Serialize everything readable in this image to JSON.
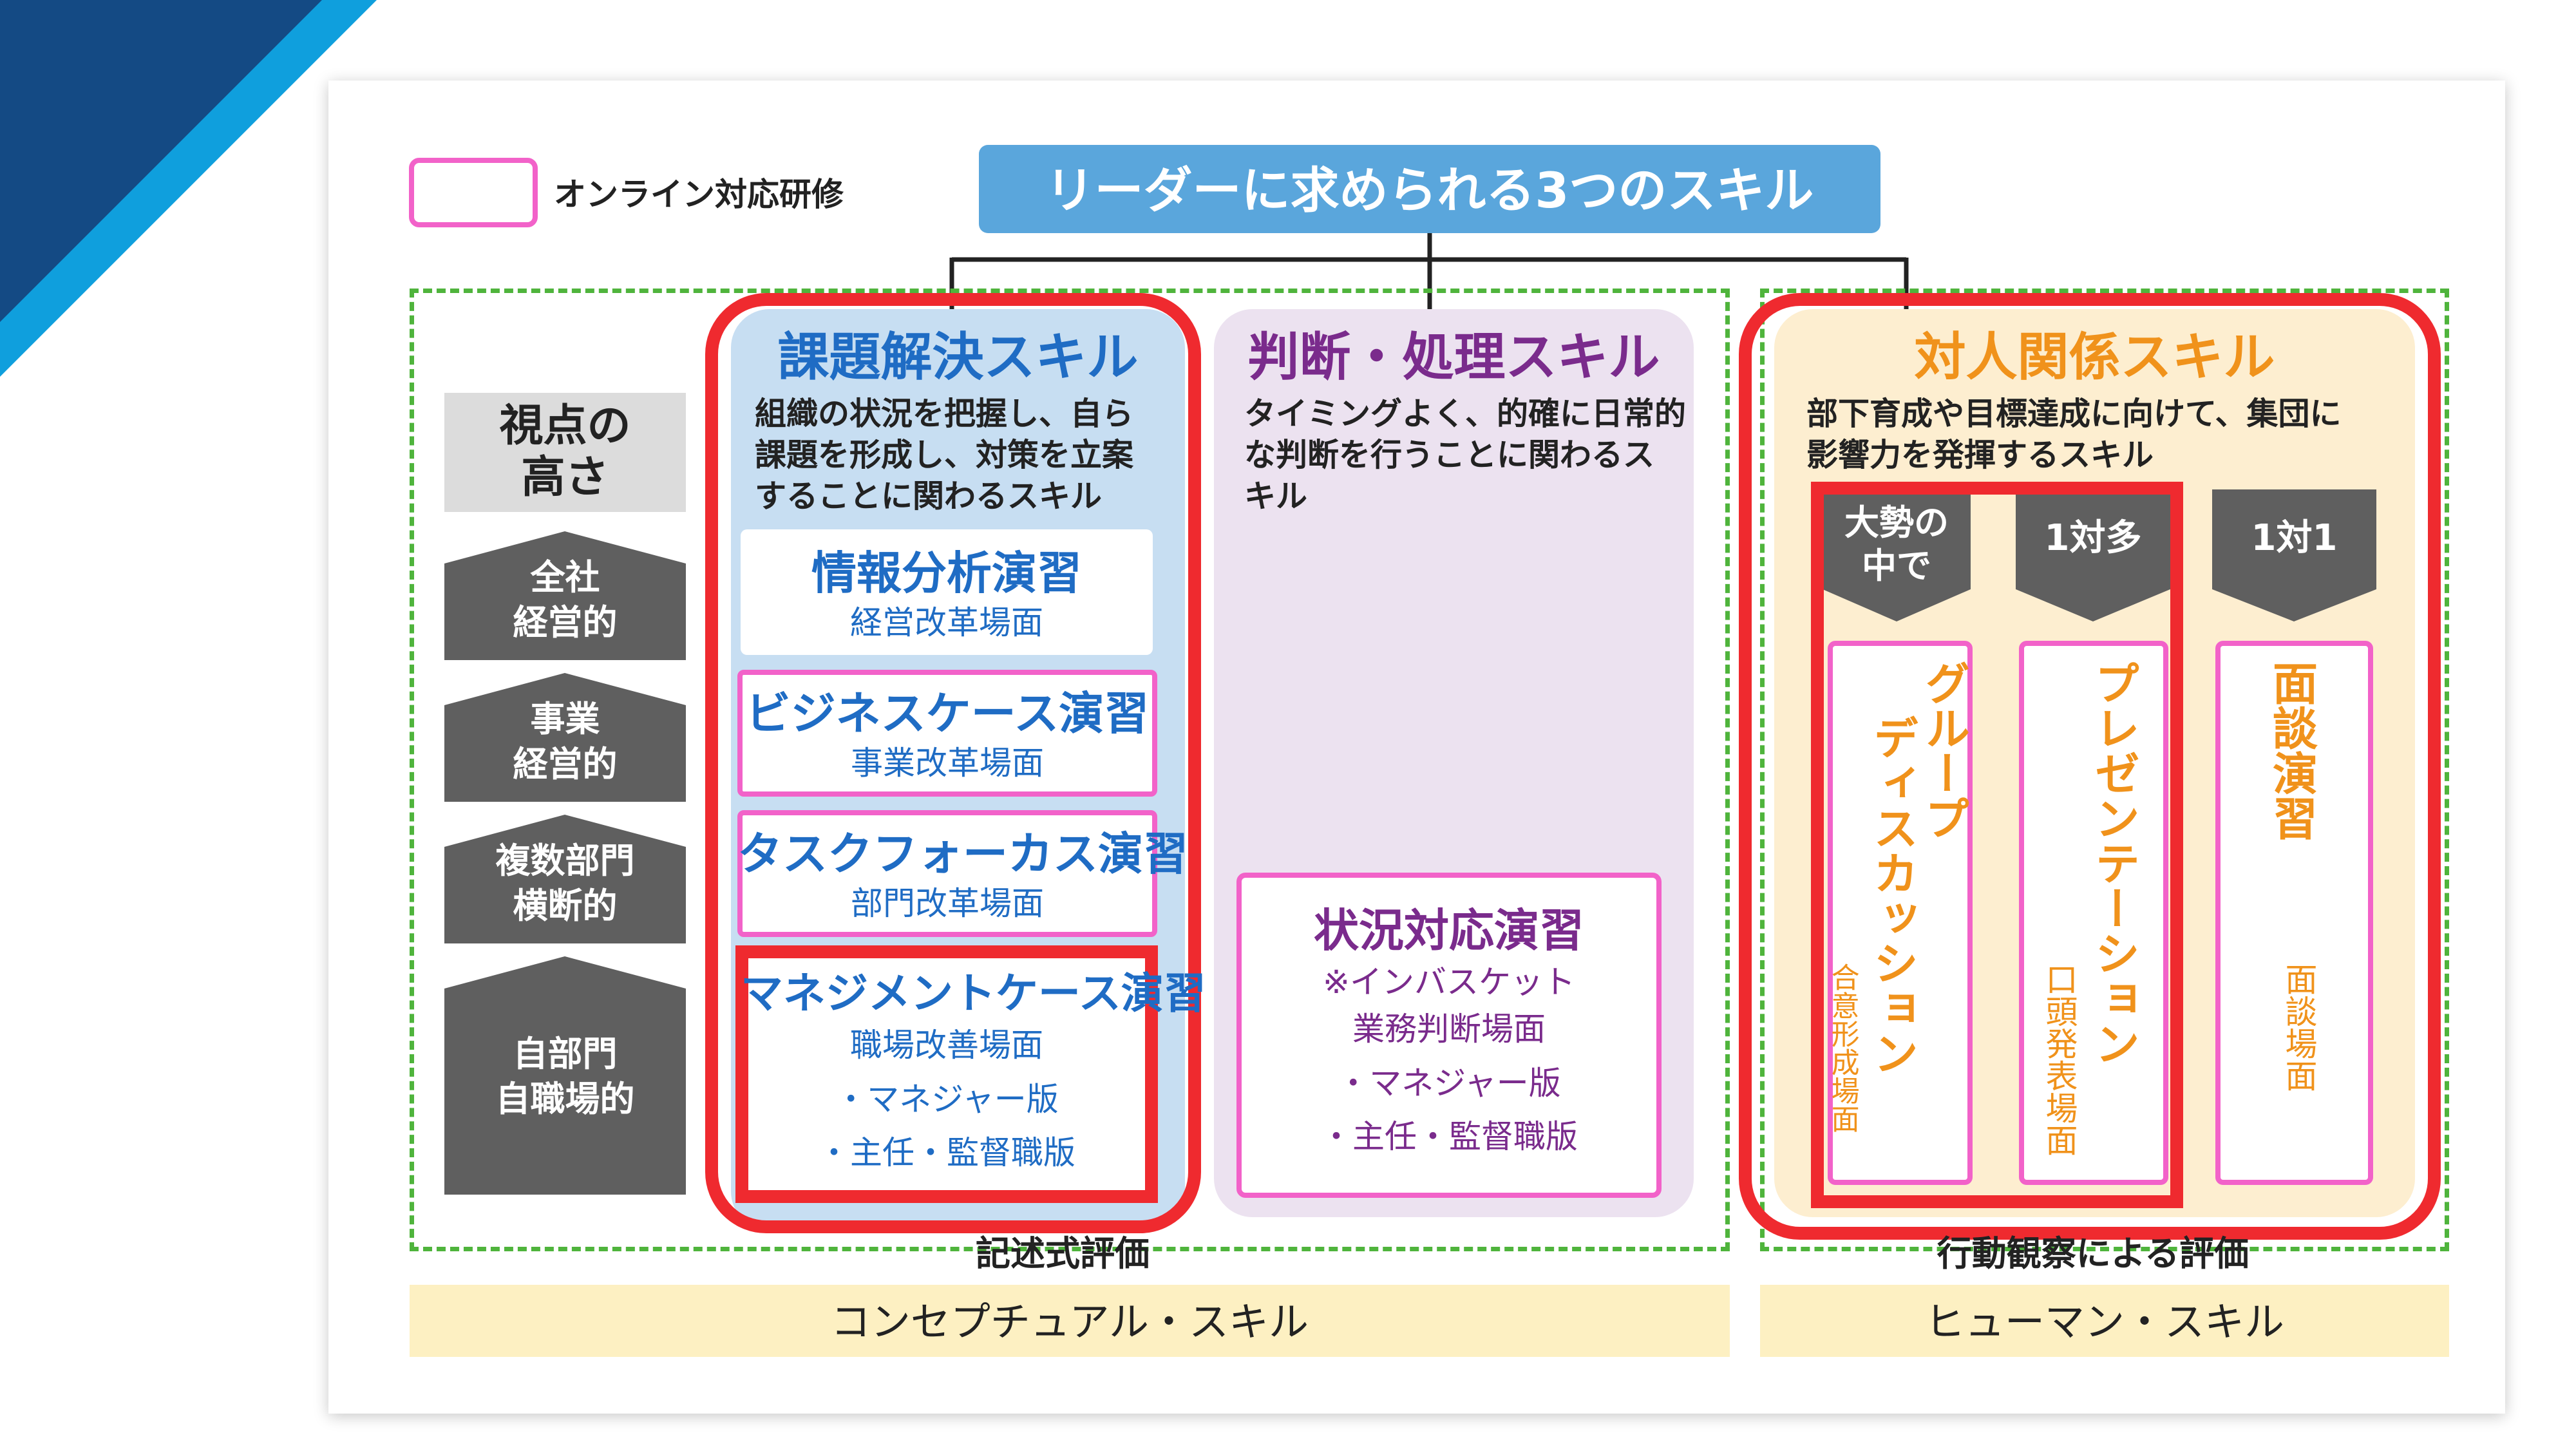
{
  "legend": {
    "label": "オンライン対応研修"
  },
  "main_title": "リーダーに求められる3つのスキル",
  "viewpoint": {
    "heading": [
      "視点の",
      "高さ"
    ],
    "levels": [
      [
        "全社",
        "経営的"
      ],
      [
        "事業",
        "経営的"
      ],
      [
        "複数部門",
        "横断的"
      ],
      [
        "自部門",
        "自職場的"
      ]
    ]
  },
  "problem_solving": {
    "title": "課題解決スキル",
    "desc": [
      "組織の状況を把握し、自ら",
      "課題を形成し、対策を立案",
      "することに関わるスキル"
    ],
    "items": [
      {
        "title": "情報分析演習",
        "sub": "経営改革場面"
      },
      {
        "title": "ビジネスケース演習",
        "sub": "事業改革場面"
      },
      {
        "title": "タスクフォーカス演習",
        "sub": "部門改革場面"
      },
      {
        "title": "マネジメントケース演習",
        "sub": "職場改善場面",
        "lines": [
          "・マネジャー版",
          "・主任・監督職版"
        ]
      }
    ]
  },
  "judgment": {
    "title": "判断・処理スキル",
    "desc": [
      "タイミングよく、的確に日常的",
      "な判断を行うことに関わるス",
      "キル"
    ],
    "item": {
      "title": "状況対応演習",
      "lines": [
        "※インバスケット",
        "業務判断場面",
        "・マネジャー版",
        "・主任・監督職版"
      ]
    }
  },
  "interpersonal": {
    "title": "対人関係スキル",
    "desc": [
      "部下育成や目標達成に向けて、集団に",
      "影響力を発揮するスキル"
    ],
    "categories": [
      {
        "label": [
          "大勢の",
          "中で"
        ],
        "exercise": [
          "グループ",
          "ディスカッション"
        ],
        "scene": "合意形成場面"
      },
      {
        "label": [
          "1対多"
        ],
        "exercise": [
          "プレゼンテーション"
        ],
        "scene": "口頭発表場面"
      },
      {
        "label": [
          "1対1"
        ],
        "exercise": [
          "面談演習"
        ],
        "scene": "面談場面"
      }
    ]
  },
  "evaluation": {
    "left": "記述式評価",
    "right": "行動観察による評価"
  },
  "bottom": {
    "left": "コンセプチュアル・スキル",
    "right": "ヒューマン・スキル"
  },
  "colors": {
    "blue_title": "#1f6cc4",
    "purple_title": "#7a2b8c",
    "orange_title": "#f0921b",
    "pink_border": "#f262c9",
    "red_highlight": "#ef2a2f",
    "dash_green": "#4fb43c",
    "banner_blue": "#5aa6dc",
    "band_yellow": "#fdf0c2"
  }
}
